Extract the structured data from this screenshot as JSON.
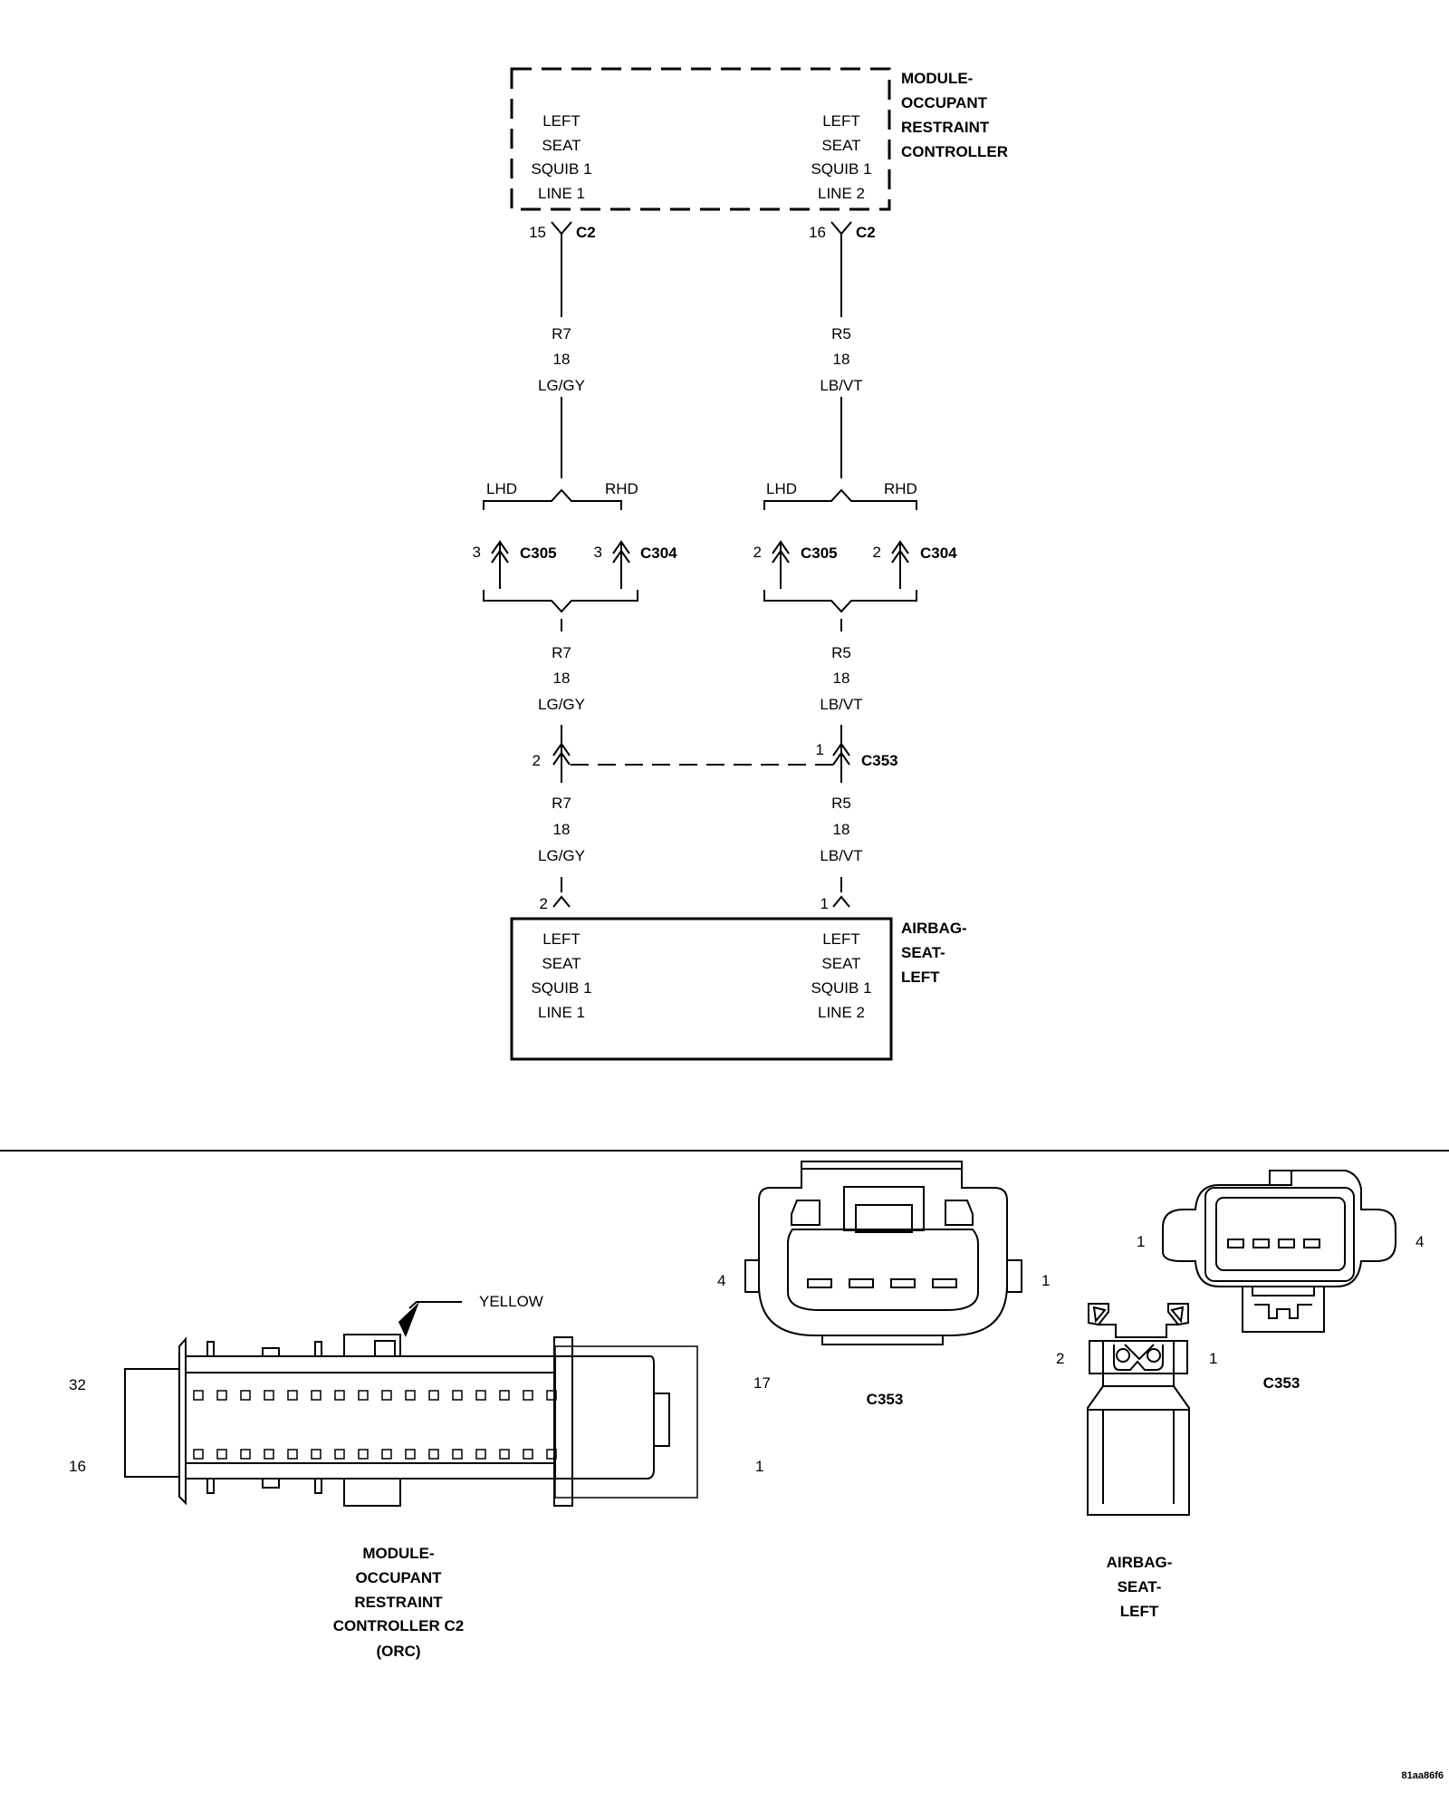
{
  "module": {
    "name_lines": [
      "MODULE-",
      "OCCUPANT",
      "RESTRAINT",
      "CONTROLLER"
    ],
    "left_lines": [
      "LEFT",
      "SEAT",
      "SQUIB 1",
      "LINE 1"
    ],
    "right_lines": [
      "LEFT",
      "SEAT",
      "SQUIB 1",
      "LINE 2"
    ]
  },
  "c2": {
    "left_pin": "15",
    "right_pin": "16",
    "label": "C2"
  },
  "wire_left": [
    "R7",
    "18",
    "LG/GY"
  ],
  "wire_right": [
    "R5",
    "18",
    "LB/VT"
  ],
  "branch": {
    "lhd": "LHD",
    "rhd": "RHD",
    "c305": "C305",
    "c304": "C304",
    "left_pin": "3",
    "right_pin": "2"
  },
  "c353": {
    "label": "C353",
    "left_pin": "2",
    "right_pin": "1"
  },
  "airbag": {
    "name_lines": [
      "AIRBAG-",
      "SEAT-",
      "LEFT"
    ],
    "left_pin": "2",
    "right_pin": "1",
    "left_lines": [
      "LEFT",
      "SEAT",
      "SQUIB 1",
      "LINE 1"
    ],
    "right_lines": [
      "LEFT",
      "SEAT",
      "SQUIB 1",
      "LINE 2"
    ]
  },
  "connector_views": {
    "orc": {
      "color_label": "YELLOW",
      "pin_top": "32",
      "pin_bottom": "16",
      "pin_17": "17",
      "pin_1": "1",
      "caption_lines": [
        "MODULE-",
        "OCCUPANT",
        "RESTRAINT",
        "CONTROLLER C2",
        "(ORC)"
      ]
    },
    "c353_mid": {
      "pin_left": "4",
      "pin_right": "1",
      "caption": "C353"
    },
    "c353_right": {
      "pin_left": "1",
      "pin_right": "4",
      "caption": "C353"
    },
    "airbag": {
      "pin_left": "2",
      "pin_right": "1",
      "caption_lines": [
        "AIRBAG-",
        "SEAT-",
        "LEFT"
      ]
    }
  },
  "figure_id": "81aa86f6"
}
